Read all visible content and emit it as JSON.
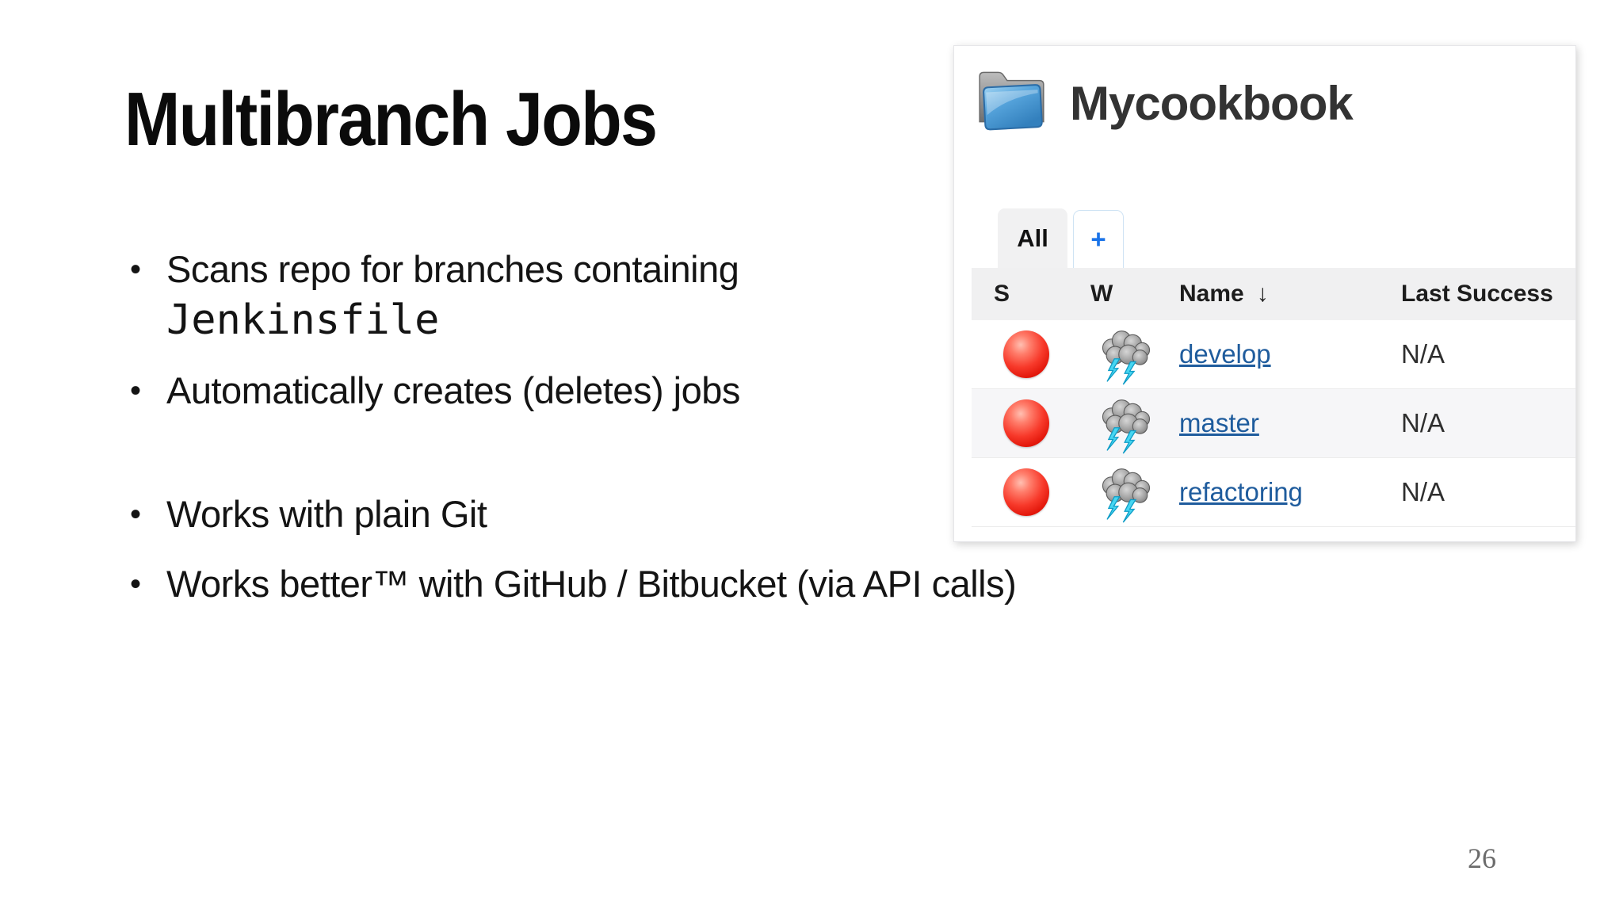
{
  "slide": {
    "title": "Multibranch Jobs",
    "bullet_char": "•",
    "bullets": [
      {
        "text": "Scans repo for branches containing",
        "code": "Jenkinsfile"
      },
      {
        "text": "Automatically creates (deletes) jobs"
      },
      {
        "text": "Works with plain Git"
      },
      {
        "text": "Works better™ with GitHub / Bitbucket (via API calls)"
      }
    ],
    "page_number": "26"
  },
  "jenkins_panel": {
    "title": "Mycookbook",
    "icons": {
      "folder": "blue-folder-icon",
      "status": "red-ball-failed-icon",
      "weather": "storm-cloud-lightning-icon"
    },
    "tabs": {
      "all_label": "All",
      "add_label": "+"
    },
    "table": {
      "headers": {
        "status": "S",
        "weather": "W",
        "name": "Name",
        "sort_arrow": "↓",
        "last_success": "Last Success"
      },
      "rows": [
        {
          "name": "develop",
          "last_success": "N/A"
        },
        {
          "name": "master",
          "last_success": "N/A"
        },
        {
          "name": "refactoring",
          "last_success": "N/A"
        }
      ]
    }
  },
  "colors": {
    "link_blue": "#1f5c9d",
    "tab_plus_blue": "#1a73e8",
    "table_header_bg": "#f0f0f1",
    "row_alt_bg": "#f6f6f8",
    "status_red": "#e01408",
    "folder_blue": "#4a93cc",
    "page_number_gray": "#6b6b6b",
    "title_black": "#0b0b0b"
  }
}
